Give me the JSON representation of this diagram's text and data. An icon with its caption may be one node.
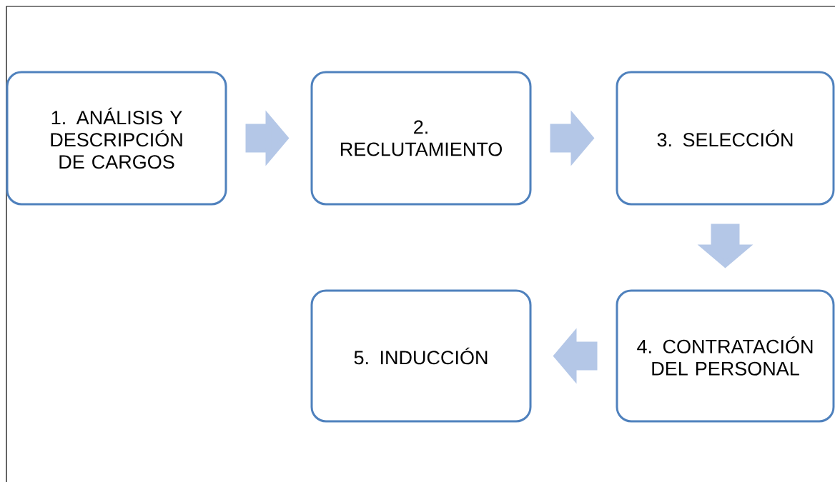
{
  "diagram": {
    "nodes": [
      {
        "text": [
          "1. ANÁLISIS Y DESCRIPCIÓN DE CARGOS"
        ]
      },
      {
        "text": [
          "2. RECLUTAMIENTO"
        ]
      },
      {
        "text": [
          "3. SELECCIÓN"
        ]
      },
      {
        "text": [
          "4. CONTRATACIÓN DEL PERSONAL"
        ]
      },
      {
        "text": [
          "5. INDUCCIÓN"
        ]
      }
    ],
    "edges": [
      {
        "from": 0,
        "to": 1,
        "arrow": "to"
      },
      {
        "from": 1,
        "to": 2,
        "arrow": "to"
      },
      {
        "from": 2,
        "to": 3,
        "arrow": "to"
      },
      {
        "from": 3,
        "to": 4,
        "arrow": "to"
      }
    ]
  }
}
